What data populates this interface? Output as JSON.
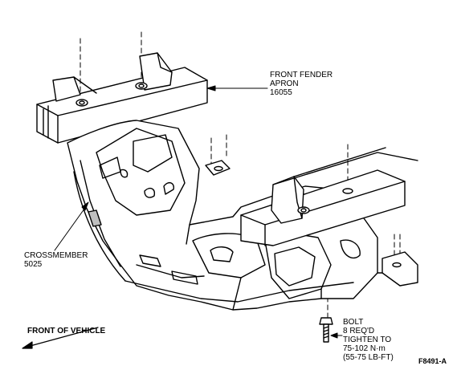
{
  "labels": {
    "apron": [
      "FRONT FENDER",
      "APRON",
      "16055"
    ],
    "crossmember": [
      "CROSSMEMBER",
      "5025"
    ],
    "bolt": [
      "BOLT",
      "8 REQ'D",
      "TIGHTEN TO",
      "75-102 N·m",
      "(55-75 LB-FT)"
    ],
    "front_of_vehicle": "FRONT OF VEHICLE",
    "figure_id": "F8491-A"
  },
  "icons": [
    "front-arrow-icon",
    "bolt-icon"
  ],
  "colors": {
    "ink": "#000000",
    "paper": "#ffffff",
    "shade": "#bfbfbf"
  }
}
